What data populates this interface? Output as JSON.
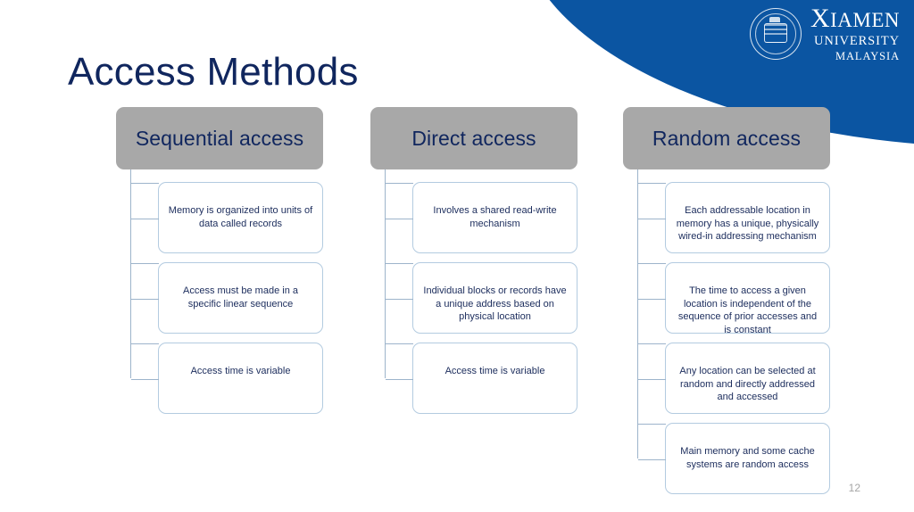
{
  "slide": {
    "title": "Access Methods",
    "page_number": "12",
    "title_color": "#10265e",
    "header_fill": "#a8a8a8",
    "item_border": "#b3cbe0",
    "connector_color": "#9db4cb",
    "brand_blue": "#0b55a2"
  },
  "brand": {
    "logo_icon": "university-crest-icon",
    "line1_cap": "X",
    "line1_rest": "IAMEN",
    "line2": "UNIVERSITY",
    "line3": "MALAYSIA"
  },
  "columns": [
    {
      "id": "sequential-access",
      "header": "Sequential access",
      "items": [
        {
          "text": "Memory is organized into units of data called records",
          "height": 80
        },
        {
          "text": "Access must be made in a specific linear sequence",
          "height": 80
        },
        {
          "text": "Access time is variable",
          "height": 80
        }
      ]
    },
    {
      "id": "direct-access",
      "header": "Direct access",
      "items": [
        {
          "text": "Involves a shared read-write mechanism",
          "height": 80
        },
        {
          "text": "Individual blocks or records have a unique address based on physical location",
          "height": 80
        },
        {
          "text": "Access time is variable",
          "height": 80
        }
      ]
    },
    {
      "id": "random-access",
      "header": "Random access",
      "items": [
        {
          "text": "Each addressable location in memory has a unique, physically wired-in addressing mechanism",
          "height": 80
        },
        {
          "text": "The time to access a given location is independent of the sequence of prior accesses and is constant",
          "height": 80
        },
        {
          "text": "Any location can be selected at random and directly addressed and accessed",
          "height": 80
        },
        {
          "text": "Main memory and some cache systems are random access",
          "height": 80
        }
      ]
    }
  ]
}
